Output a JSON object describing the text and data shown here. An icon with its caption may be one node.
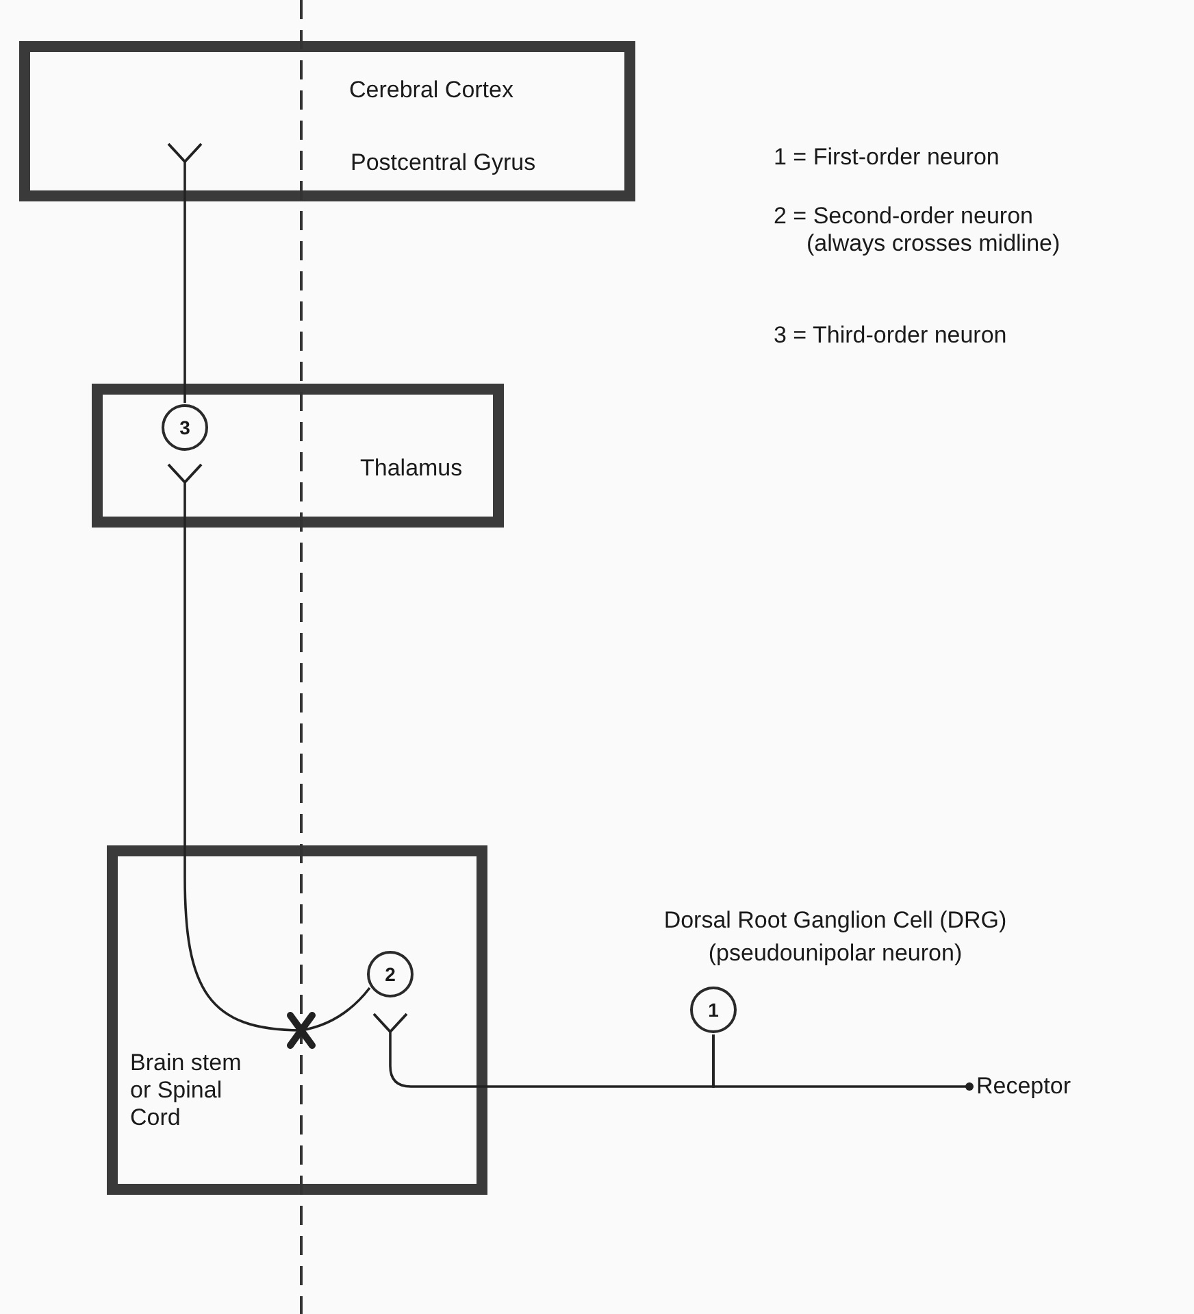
{
  "diagram": {
    "nodes": [
      {
        "text": [
          "Cerebral Cortex",
          "Postcentral Gyrus"
        ]
      },
      {
        "text": [
          "Thalamus"
        ]
      },
      {
        "text": [
          "3"
        ],
        "in": 1
      },
      {
        "text": [
          "Brain stem or Spinal Cord"
        ]
      },
      {
        "text": [
          "2"
        ],
        "in": 3
      },
      {
        "text": [
          "1"
        ],
        "beside": [
          "Dorsal Root Ganglion Cell (DRG) (pseudounipolar neuron)"
        ]
      },
      {
        "text": [
          "Receptor"
        ]
      }
    ],
    "edges": [
      {
        "from": 6,
        "to": 5,
        "arrow": "other"
      },
      {
        "from": 5,
        "to": 4,
        "arrow": "other"
      },
      {
        "from": 4,
        "to": 2,
        "arrow": "other"
      },
      {
        "from": 2,
        "to": 0,
        "arrow": "other"
      }
    ],
    "labels": [
      "1 = First-order neuron",
      "2 = Second-order neuron (always crosses midline)",
      "3 = Third-order neuron"
    ]
  }
}
